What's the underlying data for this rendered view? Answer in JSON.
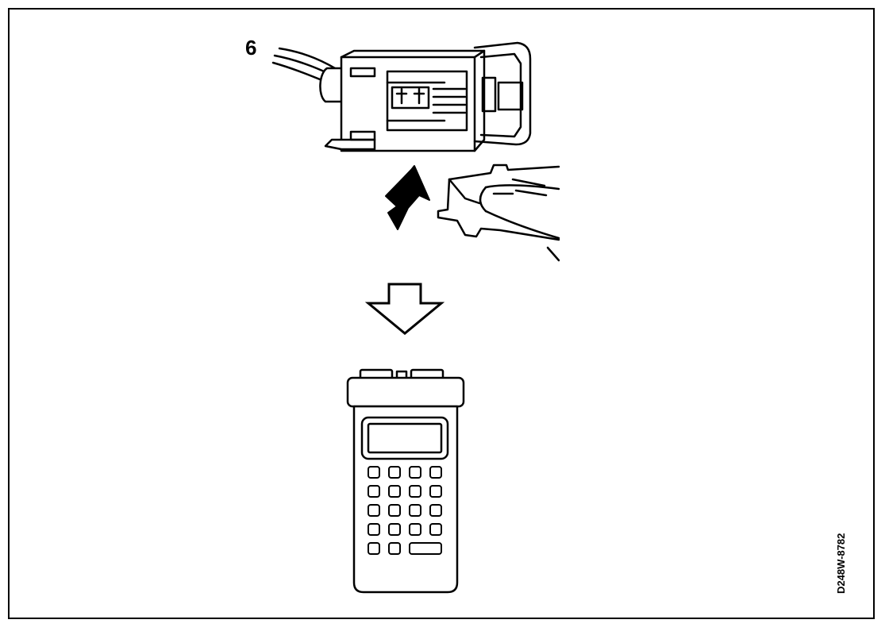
{
  "diagram": {
    "callout_number": "6",
    "reference_code": "D248W-8782",
    "parts": [
      "wiring-harness-connector",
      "diagnostic-connector-plug",
      "handheld-diagnostic-tester"
    ],
    "icons": [
      "connect-arrow-icon",
      "down-arrow-icon"
    ]
  }
}
